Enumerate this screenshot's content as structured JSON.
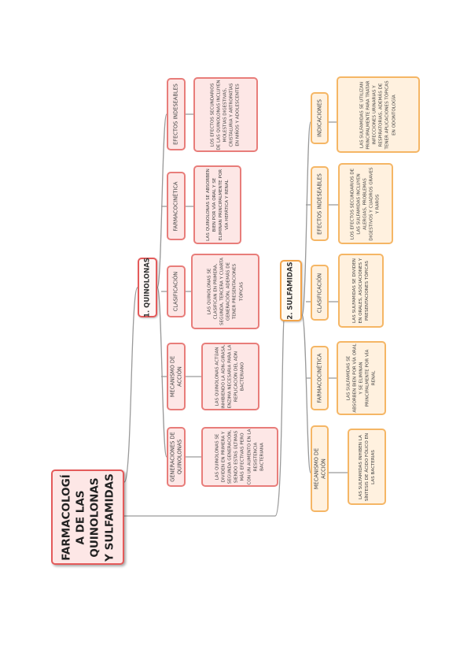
{
  "title": "FARMACOLOGÍA DE LAS QUINOLONAS Y SULFAMIDAS",
  "colors": {
    "quinolonas_border": "#e45a5a",
    "quinolonas_fill": "#fde7e6",
    "sulfamidas_border": "#f2a44a",
    "sulfamidas_fill": "#fff1df",
    "connector": "#9a9a9a"
  },
  "quinolonas": {
    "label": "1. QUINOLONAS",
    "items": [
      {
        "category": "GENERACIONES DE QUINOLONAS",
        "description": "LAS QUINOLONAS SE DIVIDEN EN PRIMERA Y SEGUNDA GENERACIÓN, SIENDO ESTAS ÚLTIMAS MÁS EFECTIVAS PERO CON UN AUMENTO EN LA RESISTENCIA BACTERIANA"
      },
      {
        "category": "MECANISMO DE ACCIÓN",
        "description": "LAS QUINOLONAS ACTÚAN INHIBIENDO LA ADN-GIRASA, ENZIMA NECESARIA PARA LA REPLICACIÓN DEL ADN BACTERIANO"
      },
      {
        "category": "CLASIFICACIÓN",
        "description": "LAS QUINOLONAS SE CLASIFICAN EN PRIMERA, SEGUNDA, TERCERA Y CUARTA GENERACIÓN, ADEMÁS DE TENER PRESENTACIONES TÓPICAS"
      },
      {
        "category": "FARMACOCINÉTICA",
        "description": "LAS QUINOLONAS SE ABSORBEN BIEN POR VÍA ORAL Y SE ELIMINAN PRINCIPALMENTE POR VÍA HEPÁTICA Y RENAL"
      },
      {
        "category": "EFECTOS INDESEABLES",
        "description": "LOS EFECTOS SECUNDARIOS DE LAS QUINOLONAS INCLUYEN MOLESTIAS DIGESTIVAS, CRISTALURIA Y ARTROPATÍAS EN NIÑOS Y ADOLESCENTES"
      }
    ]
  },
  "sulfamidas": {
    "label": "2. SULFAMIDAS",
    "items": [
      {
        "category": "MECANISMO DE ACCIÓN",
        "description": "LAS SULFAMIDAS INHIBEN LA SÍNTESIS DE ÁCIDO FÓLICO EN LAS BACTERIAS"
      },
      {
        "category": "FARMACOCINÉTICA",
        "description": "LAS SULFAMIDAS SE ABSORBEN BIEN POR VÍA ORAL Y SE ELIMINAN PRINCIPALMENTE POR VÍA RENAL"
      },
      {
        "category": "CLASIFICACIÓN",
        "description": "LAS SULFAMIDAS SE DIVIDEN EN ORALES, ASOCIACIONES Y PRESENTACIONES TÓPICAS"
      },
      {
        "category": "EFECTOS INDESEABLES",
        "description": "LOS EFECTOS SECUNDARIOS DE LAS SULFAMIDAS INCLUYEN ALERGIAS, PROBLEMAS DIGESTIVOS Y CUADROS GRAVES Y RAROS"
      },
      {
        "category": "INDICACIONES",
        "description": "LAS SULFAMIDAS SE UTILIZAN PRINCIPALMENTE PARA TRATAR INFECCIONES URINARIAS Y RESPIRATORIAS, ADEMÁS DE TENER APLICACIONES TÓPICAS EN ODONTOLOGÍA"
      }
    ]
  }
}
